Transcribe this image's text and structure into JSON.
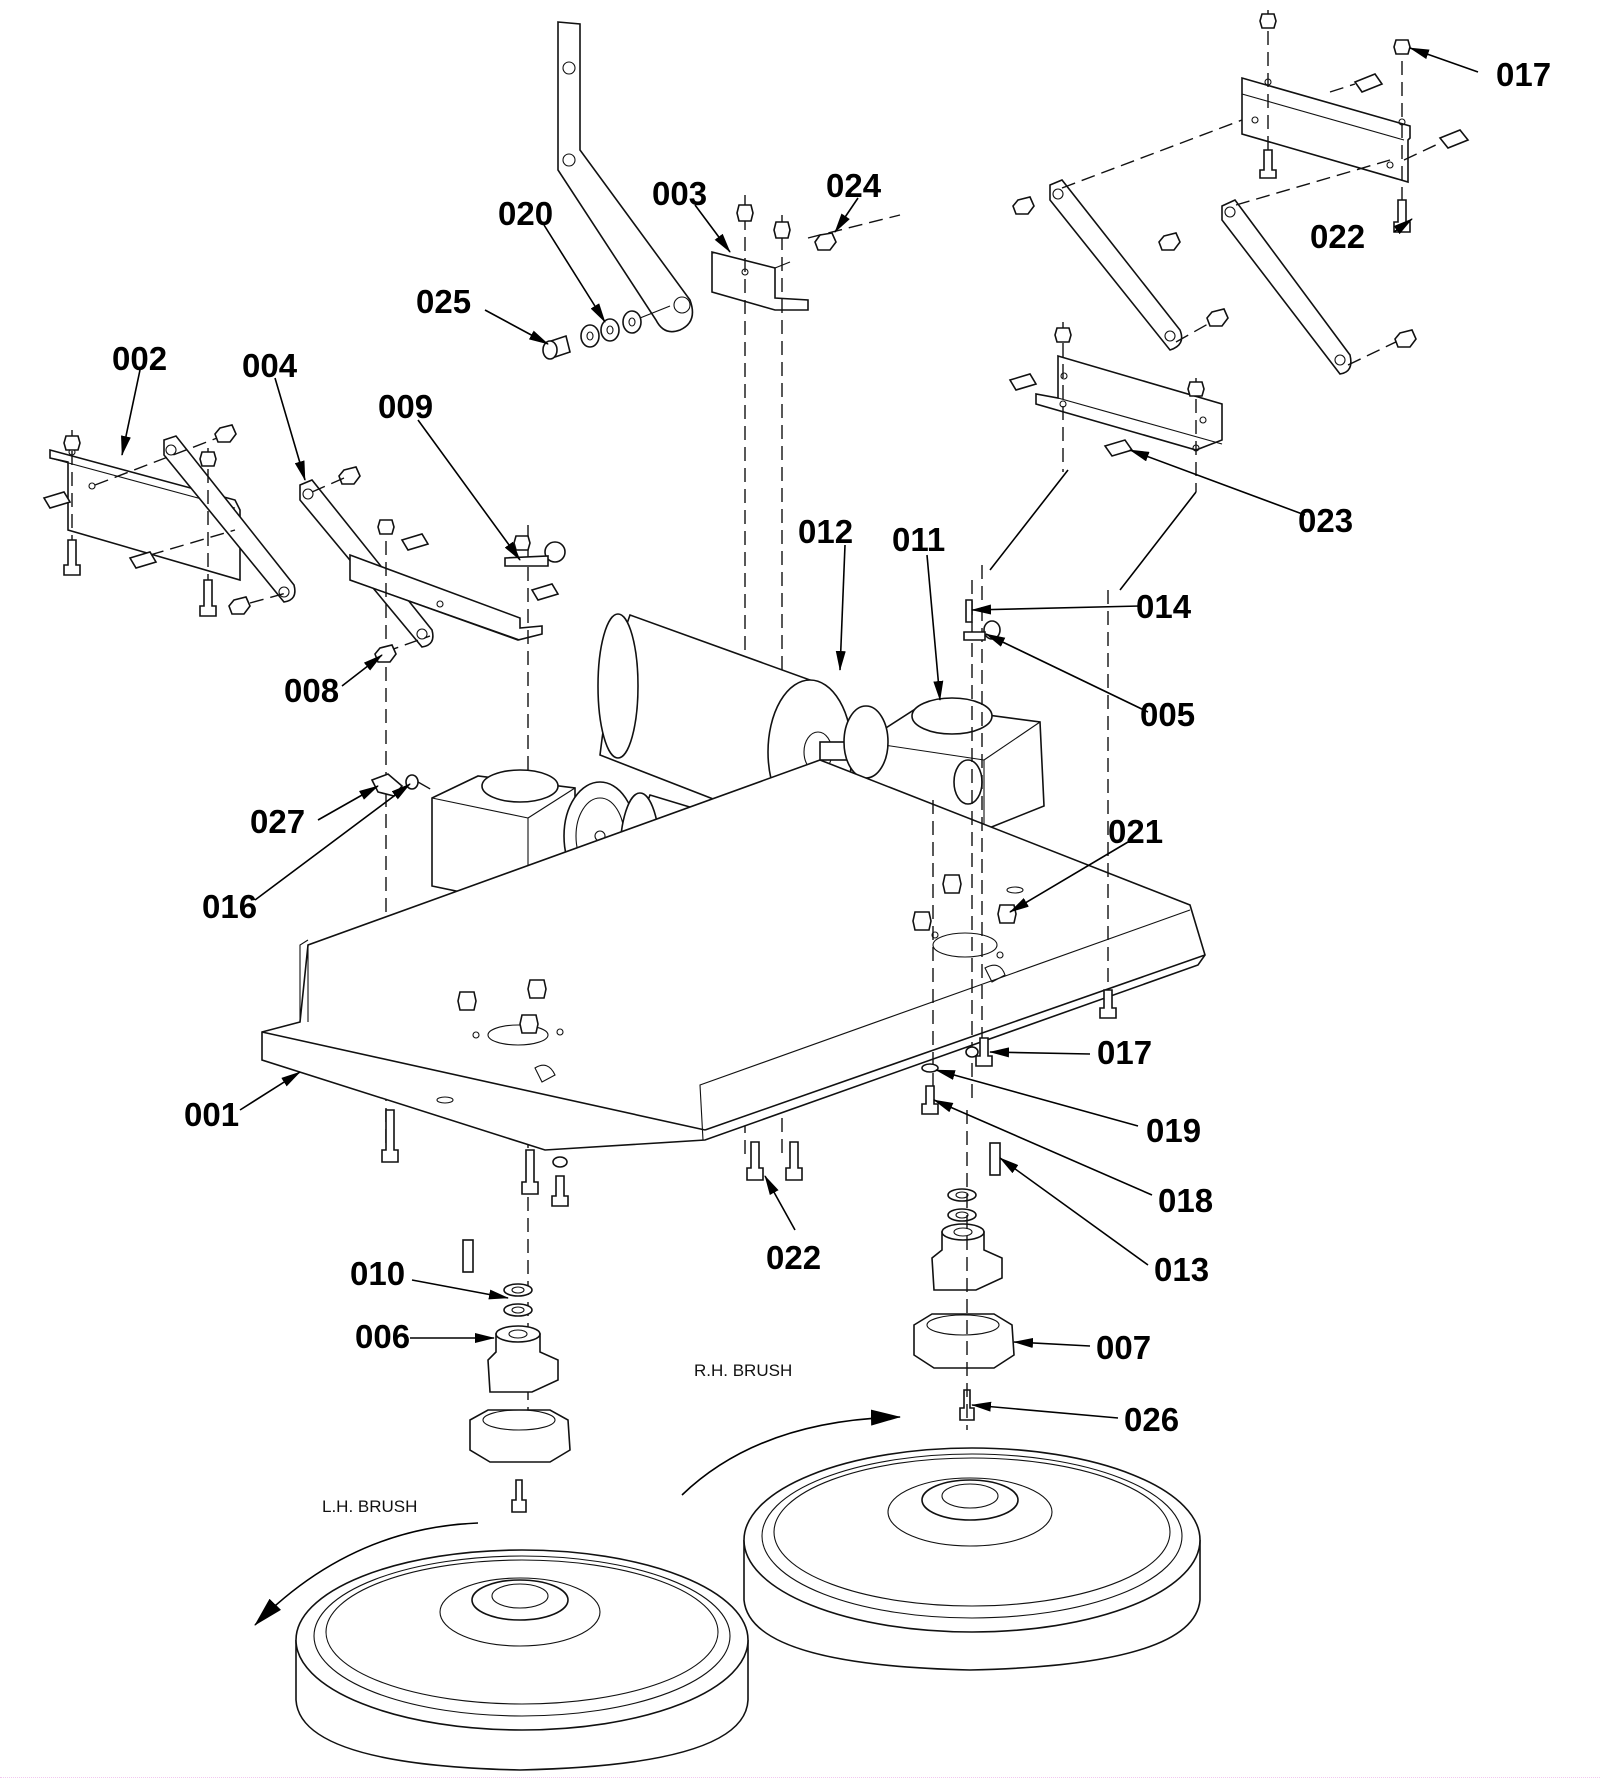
{
  "diagram": {
    "title": "Brush deck exploded parts diagram",
    "callouts": [
      {
        "id": "017",
        "part": "nut (upper right bracket)"
      },
      {
        "id": "022",
        "part": "bolt (upper right bracket)"
      },
      {
        "id": "003",
        "part": "angle bracket"
      },
      {
        "id": "024",
        "part": "nut"
      },
      {
        "id": "020",
        "part": "washers"
      },
      {
        "id": "025",
        "part": "shoulder bolt"
      },
      {
        "id": "002",
        "part": "left bracket"
      },
      {
        "id": "004",
        "part": "link arm"
      },
      {
        "id": "009",
        "part": "cable clamp"
      },
      {
        "id": "012",
        "part": "motor"
      },
      {
        "id": "011",
        "part": "gearbox"
      },
      {
        "id": "023",
        "part": "bolt (lower right bracket)"
      },
      {
        "id": "014",
        "part": "screw"
      },
      {
        "id": "005",
        "part": "cable clamp"
      },
      {
        "id": "008",
        "part": "nut"
      },
      {
        "id": "027",
        "part": "bolt"
      },
      {
        "id": "016",
        "part": "washer"
      },
      {
        "id": "021",
        "part": "nut"
      },
      {
        "id": "017",
        "part": "nut (under deck)"
      },
      {
        "id": "001",
        "part": "brush deck plate"
      },
      {
        "id": "019",
        "part": "lock washer"
      },
      {
        "id": "018",
        "part": "bolt"
      },
      {
        "id": "022",
        "part": "bolt (under deck)"
      },
      {
        "id": "013",
        "part": "key"
      },
      {
        "id": "010",
        "part": "washers"
      },
      {
        "id": "006",
        "part": "hub adapter"
      },
      {
        "id": "007",
        "part": "brush drive hub"
      },
      {
        "id": "026",
        "part": "screw"
      }
    ],
    "notes": {
      "rh_brush": "R.H. BRUSH",
      "lh_brush": "L.H. BRUSH"
    }
  }
}
